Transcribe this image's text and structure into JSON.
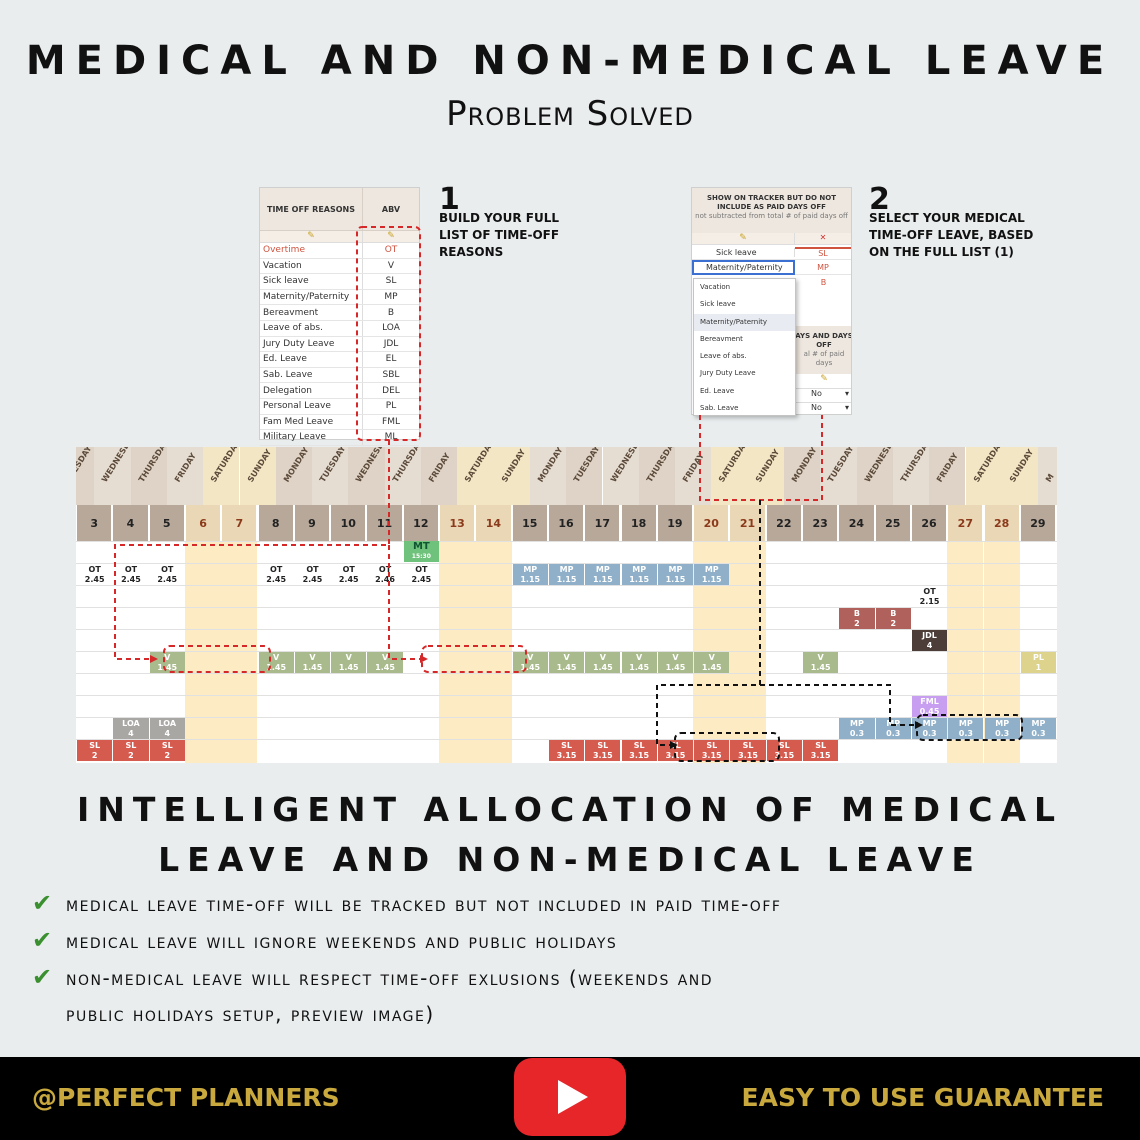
{
  "header": {
    "title": "MEDICAL AND NON-MEDICAL LEAVE",
    "subtitle": "Problem Solved"
  },
  "reasons_table": {
    "col1": "TIME OFF REASONS",
    "col2": "ABV",
    "rows": [
      [
        "Overtime",
        "OT"
      ],
      [
        "Vacation",
        "V"
      ],
      [
        "Sick leave",
        "SL"
      ],
      [
        "Maternity/Paternity",
        "MP"
      ],
      [
        "Bereavment",
        "B"
      ],
      [
        "Leave of abs.",
        "LOA"
      ],
      [
        "Jury Duty Leave",
        "JDL"
      ],
      [
        "Ed. Leave",
        "EL"
      ],
      [
        "Sab. Leave",
        "SBL"
      ],
      [
        "Delegation",
        "DEL"
      ],
      [
        "Personal Leave",
        "PL"
      ],
      [
        "Fam Med Leave",
        "FML"
      ],
      [
        "Military Leave",
        "ML"
      ]
    ]
  },
  "step1": {
    "num": "1",
    "text": "BUILD YOUR FULL LIST OF TIME-OFF REASONS"
  },
  "step2": {
    "num": "2",
    "text": "SELECT YOUR MEDICAL TIME-OFF LEAVE, BASED ON THE FULL LIST (1)"
  },
  "panel": {
    "title": "SHOW ON TRACKER BUT DO NOT INCLUDE AS PAID DAYS OFF",
    "note": "not subtracted from total # of paid days off",
    "row1": "Sick leave",
    "row1_abv": "SL",
    "row2": "Maternity/Paternity",
    "row2_abv": "MP",
    "row3_abv": "B",
    "lower_title": "AYS AND DAYS OFF",
    "lower_note": "al # of paid days",
    "no1": "No",
    "no2": "No"
  },
  "dropdown": [
    "Vacation",
    "Sick leave",
    "Maternity/Paternity",
    "Bereavment",
    "Leave of abs.",
    "Jury Duty Leave",
    "Ed. Leave",
    "Sab. Leave"
  ],
  "days": [
    "TUESDAY",
    "WEDNESDAY",
    "THURSDAY",
    "FRIDAY",
    "SATURDAY",
    "SUNDAY",
    "MONDAY",
    "TUESDAY",
    "WEDNESDAY",
    "THURSDAY",
    "FRIDAY",
    "SATURDAY",
    "SUNDAY",
    "MONDAY",
    "TUESDAY",
    "WEDNESDAY",
    "THURSDAY",
    "FRIDAY",
    "SATURDAY",
    "SUNDAY",
    "MONDAY",
    "TUESDAY",
    "WEDNESDAY",
    "THURSDAY",
    "FRIDAY",
    "SATURDAY",
    "SUNDAY",
    "M"
  ],
  "dates": [
    "3",
    "4",
    "5",
    "6",
    "7",
    "8",
    "9",
    "10",
    "11",
    "12",
    "13",
    "14",
    "15",
    "16",
    "17",
    "18",
    "19",
    "20",
    "21",
    "22",
    "23",
    "24",
    "25",
    "26",
    "27",
    "28",
    "29"
  ],
  "mt": {
    "label": "MT",
    "sub": "15:30"
  },
  "bottom_title_line1": "INTELLIGENT ALLOCATION OF MEDICAL",
  "bottom_title_line2": "LEAVE AND NON-MEDICAL LEAVE",
  "bullets": [
    "medical leave time-off will be tracked but not included in paid time-off",
    "medical leave will ignore weekends and public holidays",
    "non-medical leave will respect time-off exlusions (weekends and",
    "public holidays setup, preview image)"
  ],
  "footer": {
    "left": "@PERFECT PLANNERS",
    "right": "EASY TO USE GUARANTEE"
  },
  "colors": {
    "accent_gold": "#c9a93e",
    "check_green": "#3a8f2e",
    "youtube_red": "#e7262a"
  }
}
